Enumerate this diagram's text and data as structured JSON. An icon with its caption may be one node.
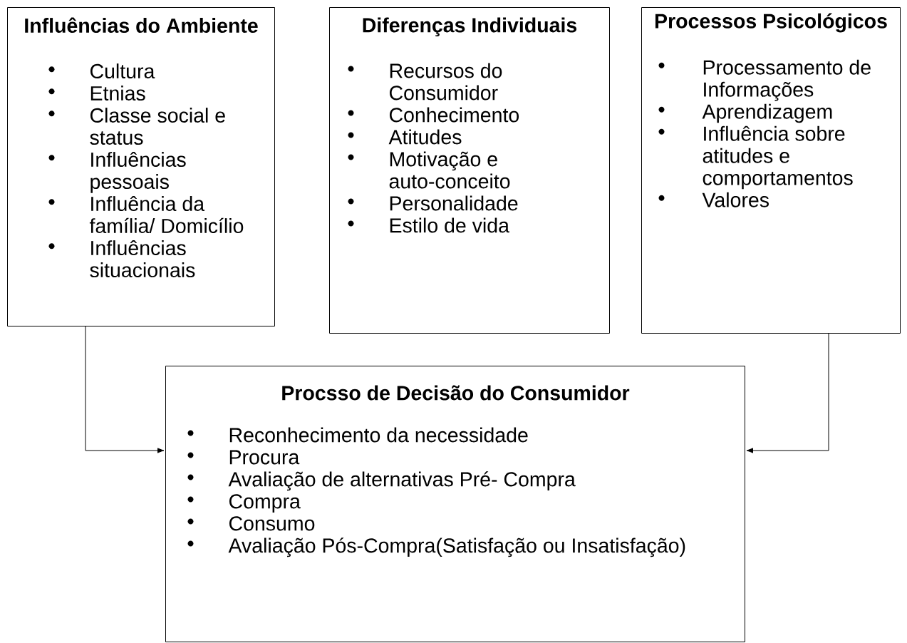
{
  "diagram": {
    "nodes": [
      {
        "text": [
          "Influências do Ambiente",
          "Cultura",
          "Etnias",
          "Classe social e status",
          "Influências pessoais",
          "Influência da família/ Domicílio",
          "Influências situacionais"
        ]
      },
      {
        "text": [
          "Diferenças Individuais",
          "Recursos do Consumidor",
          "Conhecimento",
          "Atitudes",
          "Motivação e auto-conceito",
          "Personalidade",
          "Estilo de vida"
        ]
      },
      {
        "text": [
          "Processos Psicológicos",
          "Processamento de Informações",
          "Aprendizagem",
          "Influência sobre atitudes e comportamentos",
          "Valores"
        ]
      },
      {
        "text": [
          "Procsso de Decisão do Consumidor",
          "Reconhecimento da necessidade",
          "Procura",
          "Avaliação de alternativas Pré- Compra",
          "Compra",
          "Consumo",
          "Avaliação Pós-Compra(Satisfação ou Insatisfação)"
        ]
      }
    ],
    "edges": [
      {
        "from": 0,
        "to": 3,
        "arrow": "to"
      },
      {
        "from": 2,
        "to": 3,
        "arrow": "to"
      }
    ]
  }
}
